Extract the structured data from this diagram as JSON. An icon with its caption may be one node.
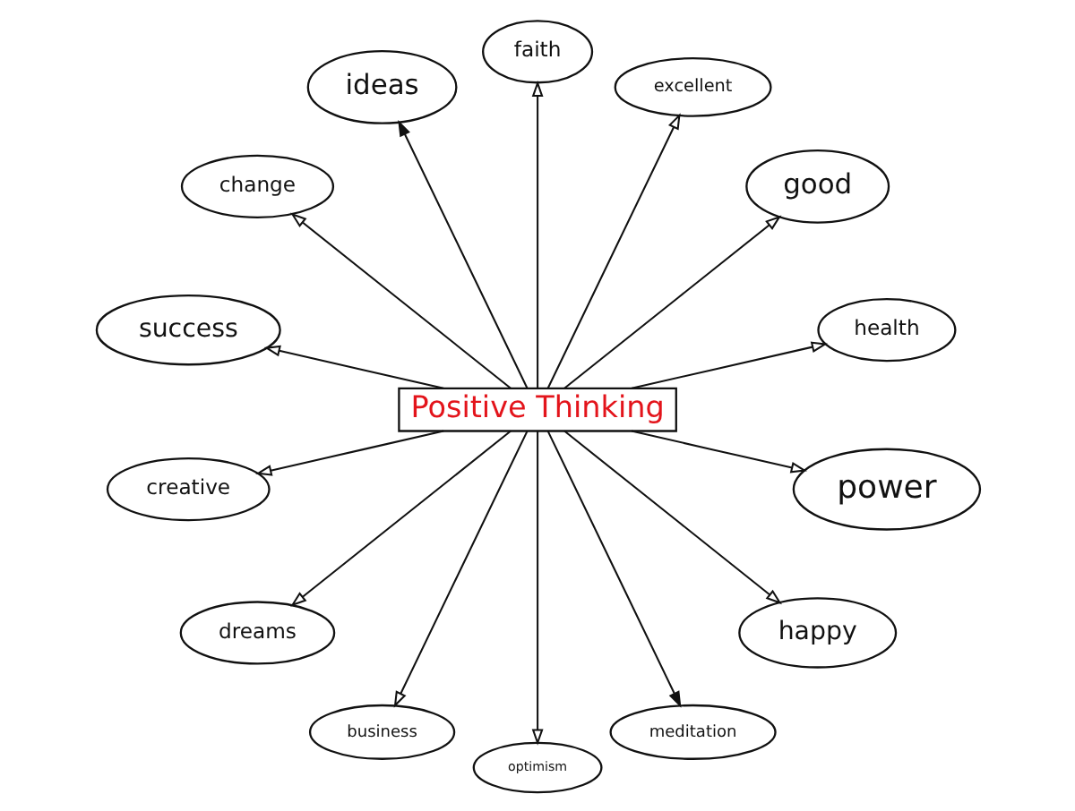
{
  "diagram": {
    "nodes": [
      {
        "text": [
          "Positive Thinking"
        ]
      },
      {
        "text": [
          "change"
        ]
      },
      {
        "text": [
          "ideas"
        ]
      },
      {
        "text": [
          "faith"
        ]
      },
      {
        "text": [
          "excellent"
        ]
      },
      {
        "text": [
          "good"
        ]
      },
      {
        "text": [
          "health"
        ]
      },
      {
        "text": [
          "power"
        ]
      },
      {
        "text": [
          "happy"
        ]
      },
      {
        "text": [
          "meditation"
        ]
      },
      {
        "text": [
          "optimism"
        ]
      },
      {
        "text": [
          "business"
        ]
      },
      {
        "text": [
          "dreams"
        ]
      },
      {
        "text": [
          "creative"
        ]
      },
      {
        "text": [
          "success"
        ]
      }
    ],
    "edges": [
      {
        "from": 0,
        "to": 1,
        "arrow": "to"
      },
      {
        "from": 0,
        "to": 2,
        "arrow": "to"
      },
      {
        "from": 0,
        "to": 3,
        "arrow": "to"
      },
      {
        "from": 0,
        "to": 4,
        "arrow": "to"
      },
      {
        "from": 0,
        "to": 5,
        "arrow": "to"
      },
      {
        "from": 0,
        "to": 6,
        "arrow": "to"
      },
      {
        "from": 0,
        "to": 7,
        "arrow": "to"
      },
      {
        "from": 0,
        "to": 8,
        "arrow": "to"
      },
      {
        "from": 0,
        "to": 9,
        "arrow": "to"
      },
      {
        "from": 0,
        "to": 10,
        "arrow": "to"
      },
      {
        "from": 0,
        "to": 11,
        "arrow": "to"
      },
      {
        "from": 0,
        "to": 12,
        "arrow": "to"
      },
      {
        "from": 0,
        "to": 13,
        "arrow": "to"
      },
      {
        "from": 0,
        "to": 14,
        "arrow": "to"
      }
    ]
  }
}
